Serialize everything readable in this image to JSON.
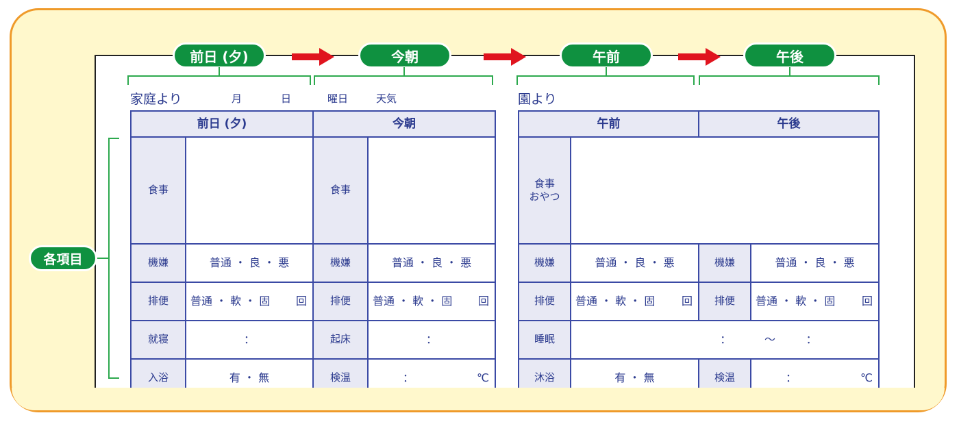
{
  "steps": [
    "前日 (夕)",
    "今朝",
    "午前",
    "午後"
  ],
  "side_badge": "各項目",
  "home": {
    "heading": "家庭より",
    "month": "月",
    "day": "日",
    "weekday": "曜日",
    "weather": "天気"
  },
  "school": {
    "heading": "園より"
  },
  "left_table": {
    "headers": [
      "前日 (夕)",
      "今朝"
    ],
    "rows": [
      {
        "a_label": "食事",
        "a_value": "",
        "b_label": "食事",
        "b_value": ""
      },
      {
        "a_label": "機嫌",
        "a_value": "普通 ・ 良 ・ 悪",
        "b_label": "機嫌",
        "b_value": "普通 ・ 良 ・ 悪"
      },
      {
        "a_label": "排便",
        "a_value": "普通 ・ 軟 ・ 固",
        "a_suffix": "回",
        "b_label": "排便",
        "b_value": "普通 ・ 軟 ・ 固",
        "b_suffix": "回"
      },
      {
        "a_label": "就寝",
        "a_value": "：",
        "b_label": "起床",
        "b_value": "："
      },
      {
        "a_label": "入浴",
        "a_value": "有 ・ 無",
        "b_label": "検温",
        "b_value": "：",
        "b_suffix": "℃"
      }
    ]
  },
  "right_table": {
    "headers": [
      "午前",
      "午後"
    ],
    "meal_label_1": "食事",
    "meal_label_2": "おやつ",
    "rows": [
      {
        "a_label": "機嫌",
        "a_value": "普通 ・ 良 ・ 悪",
        "b_label": "機嫌",
        "b_value": "普通 ・ 良 ・ 悪"
      },
      {
        "a_label": "排便",
        "a_value": "普通 ・ 軟 ・ 固",
        "a_suffix": "回",
        "b_label": "排便",
        "b_value": "普通 ・ 軟 ・ 固",
        "b_suffix": "回"
      }
    ],
    "sleep": {
      "label": "睡眠",
      "start": "：",
      "tilde": "～",
      "end": "："
    },
    "last": {
      "a_label": "沐浴",
      "a_value": "有 ・ 無",
      "b_label": "検温",
      "b_value": "：",
      "b_suffix": "℃"
    }
  },
  "colors": {
    "green": "#0f9140",
    "orange_border": "#ef9a2a",
    "cream": "#fff8cc",
    "navy": "#2b3a8e",
    "arrow_red": "#e0141e"
  }
}
